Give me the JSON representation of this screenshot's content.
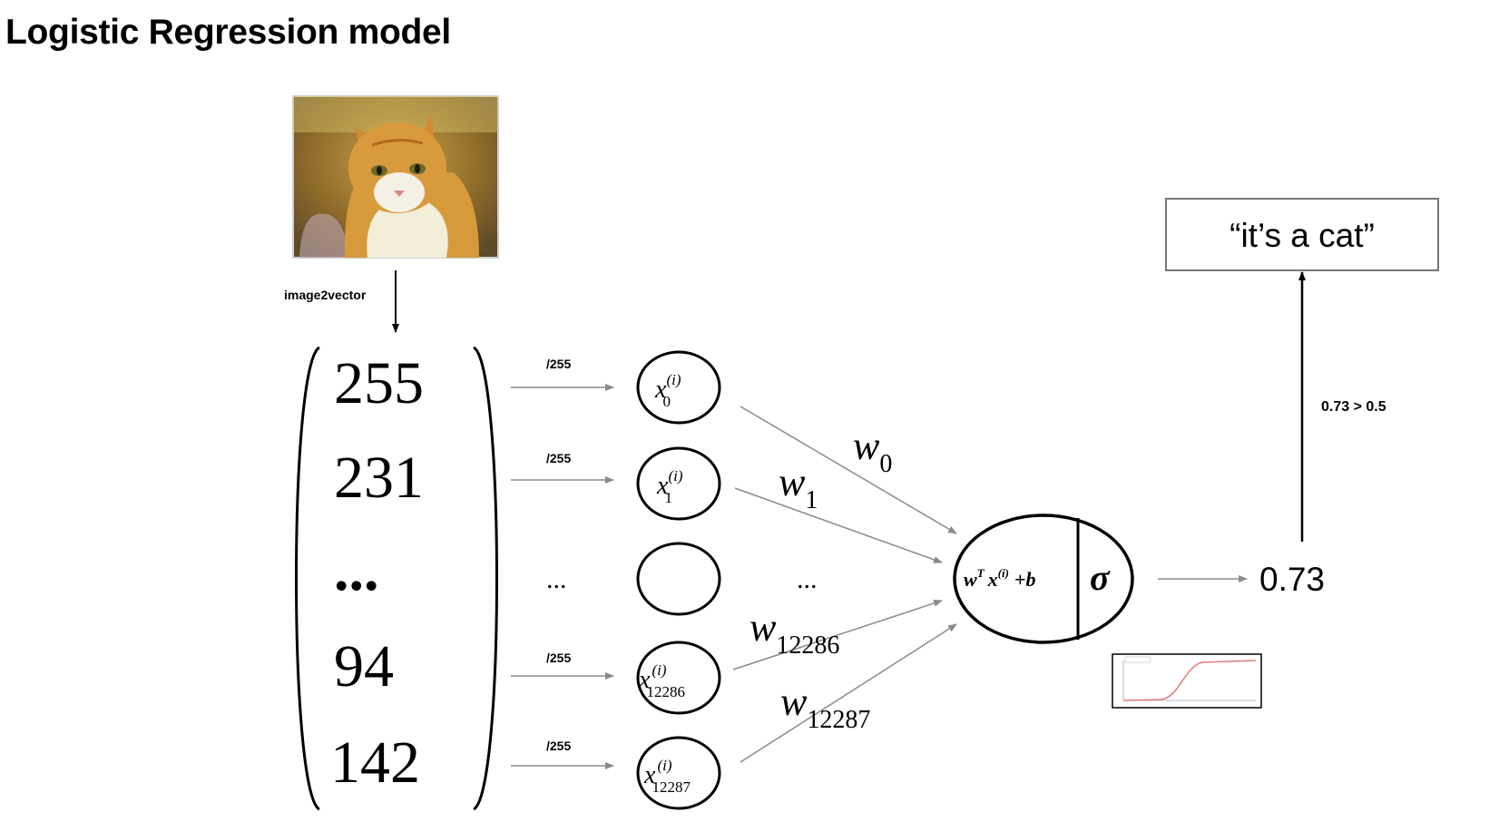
{
  "title": "Logistic Regression model",
  "arrow_labels": {
    "image2vector": "image2vector",
    "normalize": "/255",
    "threshold": "0.73 > 0.5"
  },
  "vector_values": [
    "255",
    "231",
    "...",
    "94",
    "142"
  ],
  "dots": "...",
  "inputs": [
    {
      "base": "x",
      "sup": "(i)",
      "sub": "0"
    },
    {
      "base": "x",
      "sup": "(i)",
      "sub": "1"
    },
    {
      "base": "",
      "sup": "",
      "sub": ""
    },
    {
      "base": "x",
      "sup": "(i)",
      "sub": "12286"
    },
    {
      "base": "x",
      "sup": "(i)",
      "sub": "12287"
    }
  ],
  "weights": [
    {
      "base": "w",
      "sub": "0"
    },
    {
      "base": "w",
      "sub": "1"
    },
    {
      "base": "w",
      "sub": "12286"
    },
    {
      "base": "w",
      "sub": "12287"
    }
  ],
  "neuron": {
    "linear": {
      "w": "w",
      "T": "T",
      "x": "x",
      "xsup": "(i)",
      "rest": "+b"
    },
    "activation": "σ"
  },
  "output_value": "0.73",
  "prediction": "“it’s a cat”",
  "colors": {
    "arrow_gray": "#8a8a8a",
    "sigmoid_curve": "#e07b7b",
    "box_border": "#777777"
  }
}
